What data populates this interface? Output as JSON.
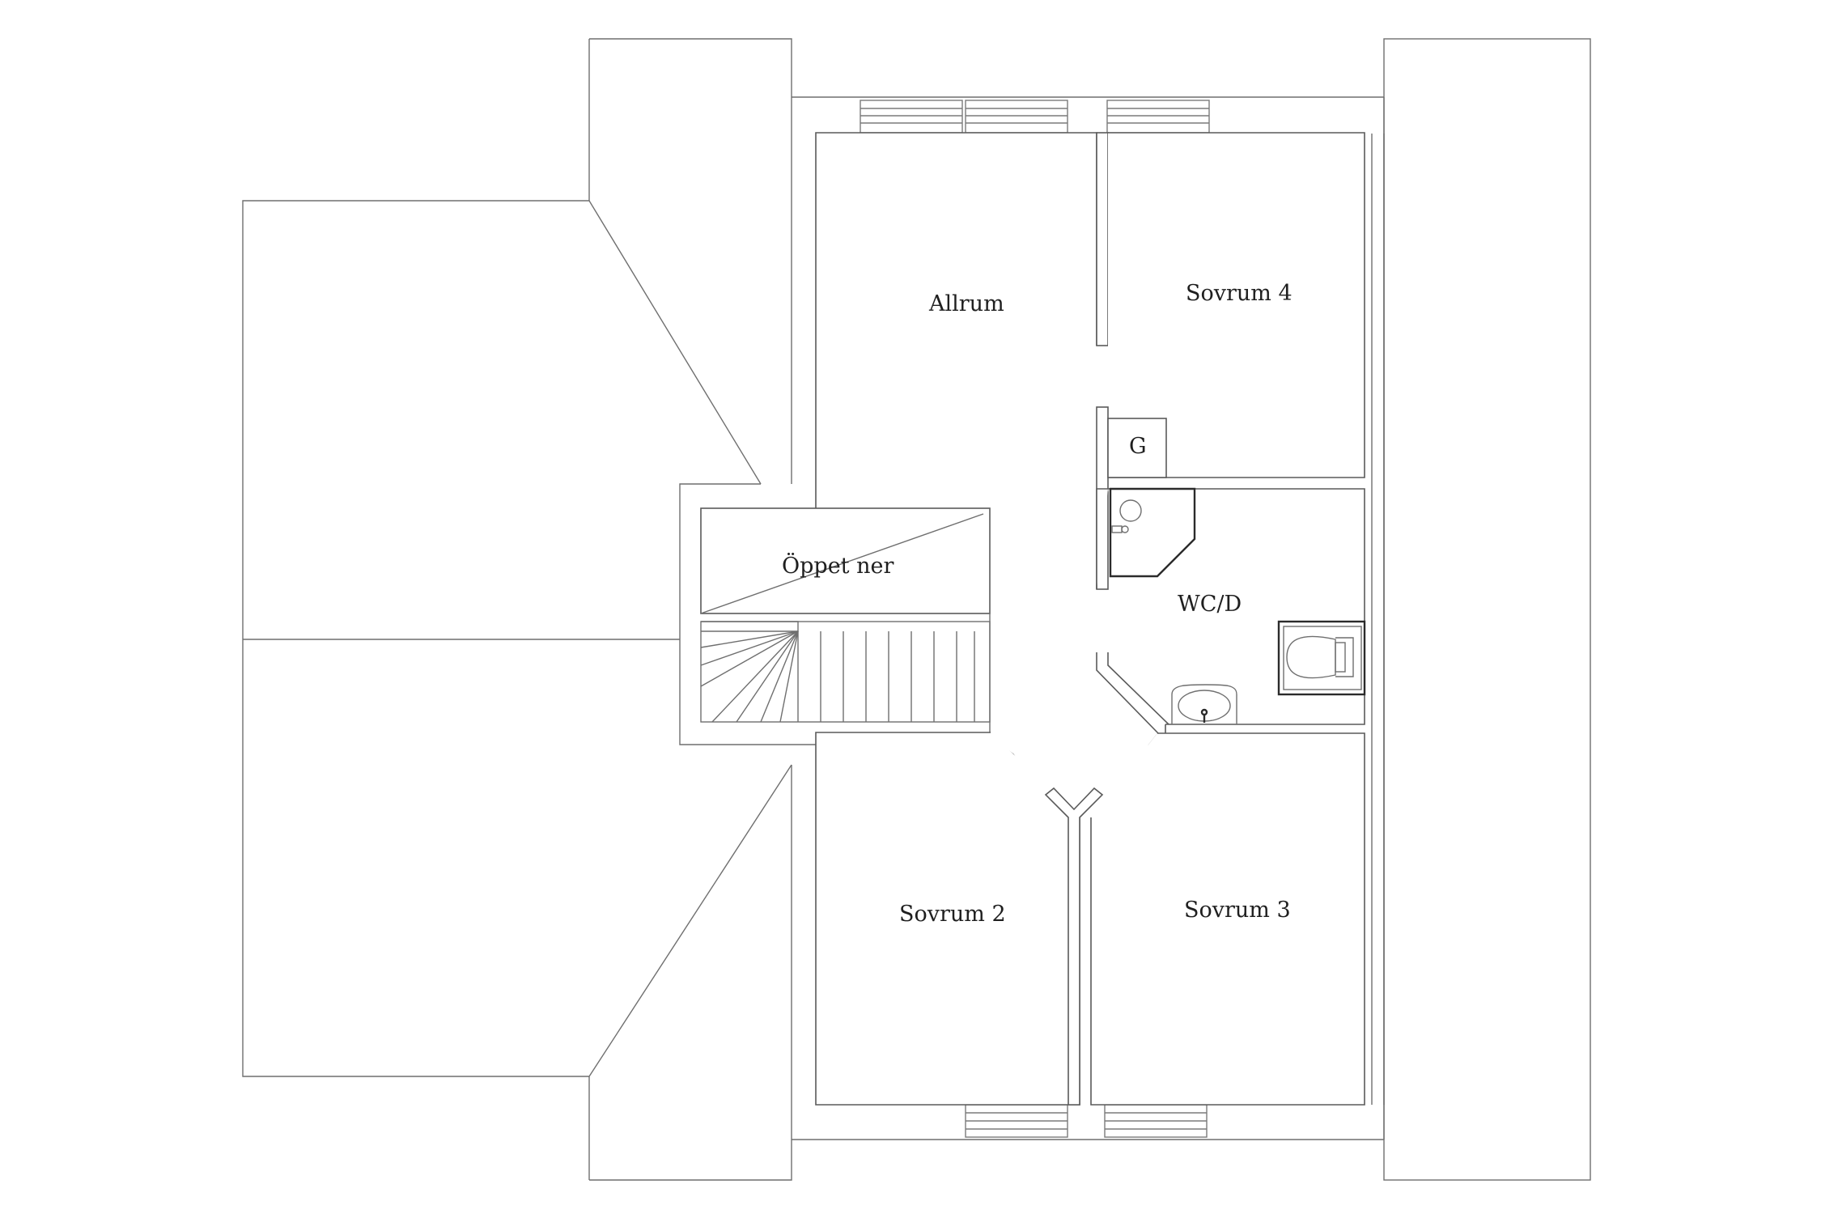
{
  "plan": {
    "rooms": {
      "allrum": "Allrum",
      "sovrum4": "Sovrum 4",
      "garderob": "G",
      "oppet_ner": "Öppet ner",
      "wcd": "WC/D",
      "sovrum2": "Sovrum 2",
      "sovrum3": "Sovrum 3"
    },
    "fixtures": [
      "shower-icon",
      "toilet-icon",
      "sink-icon"
    ],
    "colors": {
      "line": "#5a5a5a",
      "fixture": "#2b2b2b",
      "background": "#ffffff"
    }
  }
}
